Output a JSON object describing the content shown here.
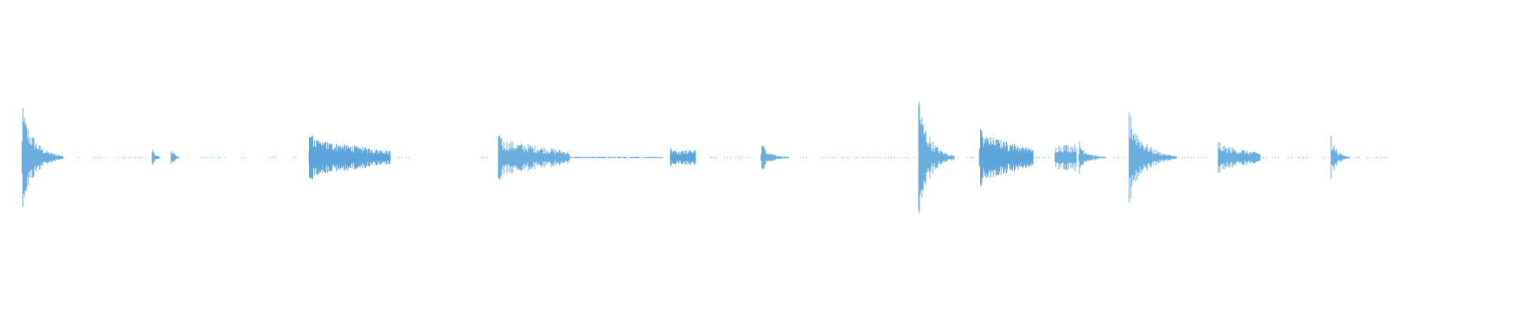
{
  "waveform": {
    "color": "#5aa5dc",
    "background": "#ffffff",
    "total_length": 1920,
    "amplitude_scale": 1.0,
    "segments": [
      {
        "type": "burst",
        "start": 28,
        "end": 80,
        "peak": 0.33,
        "decay": "fast",
        "density": 1
      },
      {
        "type": "dots",
        "start": 100,
        "end": 135
      },
      {
        "type": "dots",
        "start": 150,
        "end": 185
      },
      {
        "type": "burst",
        "start": 193,
        "end": 203,
        "peak": 0.1,
        "decay": "fast",
        "density": 1
      },
      {
        "type": "burst",
        "start": 217,
        "end": 227,
        "peak": 0.11,
        "decay": "fast",
        "density": 1
      },
      {
        "type": "dots",
        "start": 232,
        "end": 240
      },
      {
        "type": "dots",
        "start": 255,
        "end": 285
      },
      {
        "type": "dots",
        "start": 300,
        "end": 310
      },
      {
        "type": "dots",
        "start": 340,
        "end": 350
      },
      {
        "type": "dots",
        "start": 370,
        "end": 375
      },
      {
        "type": "burst",
        "start": 392,
        "end": 495,
        "peak": 0.14,
        "decay": "slow",
        "density": 2
      },
      {
        "type": "dots",
        "start": 500,
        "end": 520
      },
      {
        "type": "dots",
        "start": 610,
        "end": 618
      },
      {
        "type": "burst",
        "start": 632,
        "end": 722,
        "peak": 0.14,
        "decay": "slow",
        "density": 1
      },
      {
        "type": "line",
        "start": 722,
        "end": 840
      },
      {
        "type": "burst",
        "start": 850,
        "end": 882,
        "peak": 0.06,
        "decay": "flat",
        "density": 2
      },
      {
        "type": "dots",
        "start": 900,
        "end": 955
      },
      {
        "type": "burst",
        "start": 965,
        "end": 1000,
        "peak": 0.11,
        "decay": "fast",
        "density": 1
      },
      {
        "type": "dots",
        "start": 1015,
        "end": 1160
      },
      {
        "type": "burst",
        "start": 1165,
        "end": 1210,
        "peak": 0.38,
        "decay": "fast",
        "density": 1
      },
      {
        "type": "dots",
        "start": 1215,
        "end": 1240
      },
      {
        "type": "burst",
        "start": 1242,
        "end": 1310,
        "peak": 0.18,
        "decay": "slow",
        "density": 2
      },
      {
        "type": "dots",
        "start": 1310,
        "end": 1330
      },
      {
        "type": "burst",
        "start": 1338,
        "end": 1365,
        "peak": 0.11,
        "decay": "flat",
        "density": 1
      },
      {
        "type": "burst",
        "start": 1368,
        "end": 1402,
        "peak": 0.11,
        "decay": "fast",
        "density": 1
      },
      {
        "type": "dots",
        "start": 1410,
        "end": 1425
      },
      {
        "type": "burst",
        "start": 1432,
        "end": 1492,
        "peak": 0.3,
        "decay": "fast",
        "density": 1
      },
      {
        "type": "dots",
        "start": 1495,
        "end": 1530
      },
      {
        "type": "burst",
        "start": 1545,
        "end": 1598,
        "peak": 0.1,
        "decay": "slow",
        "density": 1
      },
      {
        "type": "dots",
        "start": 1600,
        "end": 1665
      },
      {
        "type": "dots",
        "start": 1675,
        "end": 1685
      },
      {
        "type": "burst",
        "start": 1688,
        "end": 1712,
        "peak": 0.15,
        "decay": "fast",
        "density": 1
      },
      {
        "type": "dots",
        "start": 1712,
        "end": 1760
      }
    ]
  }
}
